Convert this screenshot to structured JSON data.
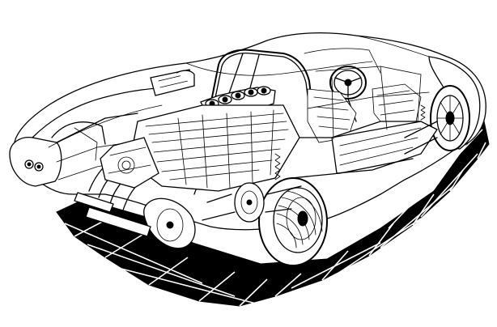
{
  "image": {
    "subject": "cutaway-race-car",
    "style": "black-and-white-technical-drawing",
    "ink_color": "#000000",
    "paper_color": "#ffffff",
    "floor": "black-and-white-grid"
  }
}
